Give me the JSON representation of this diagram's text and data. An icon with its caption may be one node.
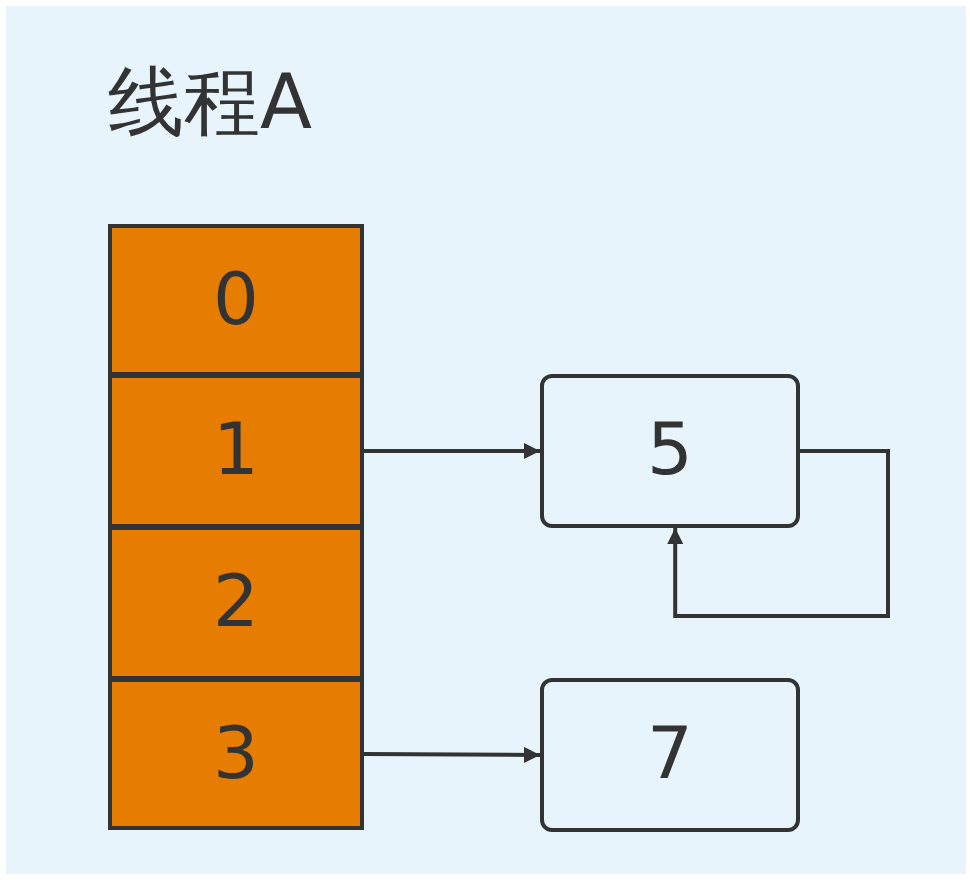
{
  "diagram": {
    "nodes": [
      {
        "text": [
          "线程A"
        ]
      },
      {
        "text": [
          "0"
        ],
        "in": 0
      },
      {
        "text": [
          "1"
        ],
        "in": 0
      },
      {
        "text": [
          "2"
        ],
        "in": 0
      },
      {
        "text": [
          "3"
        ],
        "in": 0
      },
      {
        "text": [
          "5"
        ],
        "in": 0
      },
      {
        "text": [
          "7"
        ],
        "in": 0
      }
    ],
    "edges": [
      {
        "from": 2,
        "to": 5,
        "arrow": "to"
      },
      {
        "from": 5,
        "to": 5,
        "arrow": "to"
      },
      {
        "from": 4,
        "to": 6,
        "arrow": "to"
      }
    ]
  }
}
